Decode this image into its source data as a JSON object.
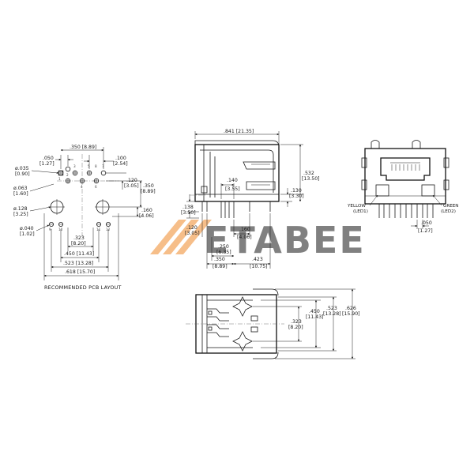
{
  "brand": {
    "watermark": "ETABEE",
    "color": "#f08a2a"
  },
  "pcb_layout": {
    "caption": "RECOMMENDED PCB LAYOUT",
    "pin_numbers": [
      "1",
      "2",
      "3",
      "4",
      "5",
      "6",
      "7",
      "8",
      "9",
      "10",
      "11",
      "12"
    ],
    "dims": {
      "top_span": ".350 [8.89]",
      "top_left": ".050 [1.27]",
      "top_right": ".100 [2.54]",
      "hole_035": "ø.035 [0.90]",
      "hole_063": "ø.063 [1.60]",
      "hole_128": "ø.128 [3.25]",
      "hole_040": "ø.040 [1.02]",
      "right_120": ".120 [3.05]",
      "right_350": ".350 [8.89]",
      "right_160": ".160 [4.06]",
      "bottom_323": ".323 [8.20]",
      "bottom_450": ".450 [11.43]",
      "bottom_523": ".523 [13.28]",
      "bottom_618": ".618 [15.70]"
    }
  },
  "side_view": {
    "dims": {
      "top_841": ".841 [21.35]",
      "height_532": ".532 [13.50]",
      "height_130": ".130 [3.30]",
      "pin_140": ".140 [3.55]",
      "left_138": ".138 [3.50]",
      "left_120": ".120 [3.05]",
      "bottom_160": ".160 [4.06]",
      "bottom_250": ".250 [6.35]",
      "bottom_350": ".350 [8.89]",
      "bottom_423": ".423 [10.75]"
    }
  },
  "front_view": {
    "led_left_color": "YELLOW",
    "led_left_id": "(LED1)",
    "led_right_color": "GREEN",
    "led_right_id": "(LED2)",
    "dim_050": ".050 [1.27]"
  },
  "top_view": {
    "dims": {
      "w_323": ".323 [8.20]",
      "w_450": ".450 [11.43]",
      "w_523": ".523 [13.28]",
      "w_626": ".626 [15.90]"
    }
  }
}
